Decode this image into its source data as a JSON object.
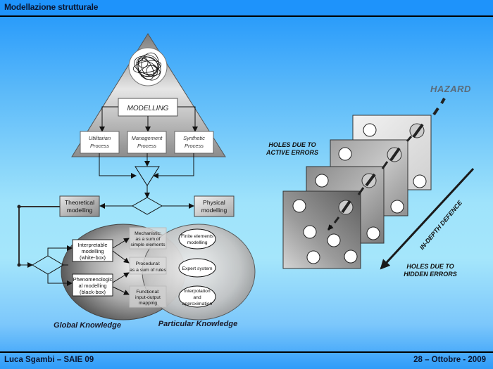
{
  "slide": {
    "title": "Modellazione strutturale",
    "footer_left": "Luca Sgambi – SAIE 09",
    "footer_right": "28 – Ottobre - 2009"
  },
  "modelling_diagram": {
    "top_box": "MODELLING",
    "processes": [
      {
        "line1": "Utilitarian",
        "line2": "Process"
      },
      {
        "line1": "Management",
        "line2": "Process"
      },
      {
        "line1": "Synthetic",
        "line2": "Process"
      }
    ],
    "theoretical": {
      "line1": "Theoretical",
      "line2": "modelling"
    },
    "physical": {
      "line1": "Physical",
      "line2": "modelling"
    },
    "interpretable": {
      "line1": "Interpretable",
      "line2": "modelling",
      "line3": "(white-box)"
    },
    "phenomenological": {
      "line1": "Phenomenologic",
      "line2": "al modelling",
      "line3": "(black-box)"
    },
    "approaches": [
      {
        "line1": "Mechanistic:",
        "line2": "as a sum of",
        "line3": "simple elements"
      },
      {
        "line1": "Procedural:",
        "line2": "as a sum of rules",
        "line3": ""
      },
      {
        "line1": "Functional:",
        "line2": "input-output",
        "line3": "mapping"
      }
    ],
    "techniques": [
      {
        "line1": "Finite elements",
        "line2": "modelling",
        "line3": ""
      },
      {
        "line1": "Expert system",
        "line2": "",
        "line3": ""
      },
      {
        "line1": "Interpolation",
        "line2": "and",
        "line3": "approximation"
      }
    ],
    "global_label": "Global Knowledge",
    "particular_label": "Particular Knowledge"
  },
  "swiss_cheese_diagram": {
    "hazard_label": "HAZARD",
    "active_errors": {
      "line1": "HOLES DUE TO",
      "line2": "ACTIVE ERRORS"
    },
    "depth_label": "IN-DEPTH DEFENCE",
    "hidden_errors": {
      "line1": "HOLES DUE TO",
      "line2": "HIDDEN ERRORS"
    }
  }
}
